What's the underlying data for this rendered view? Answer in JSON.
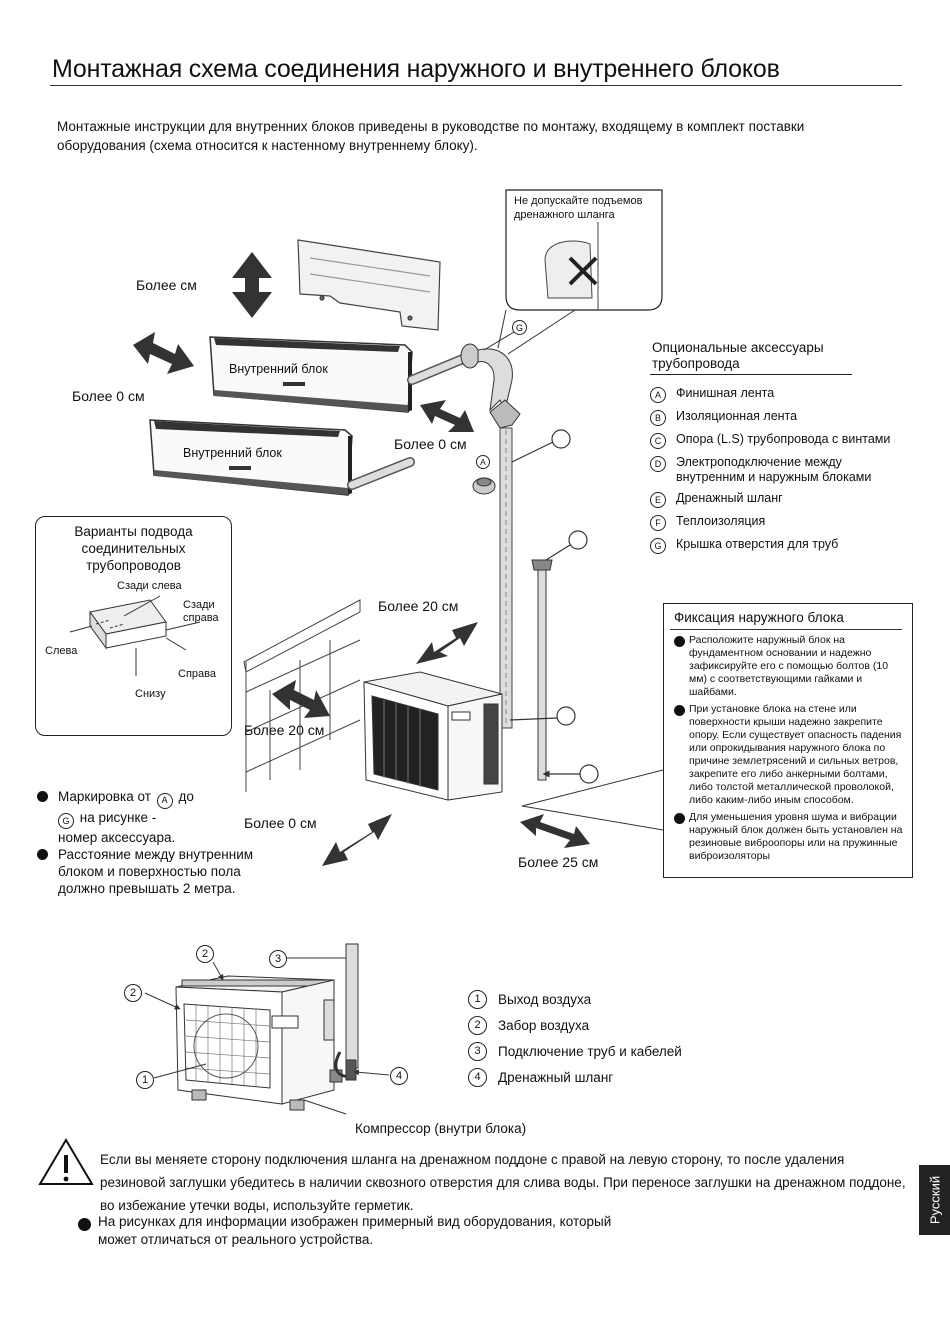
{
  "title": "Монтажная схема соединения наружного и внутреннего блоков",
  "intro": "Монтажные инструкции для внутренних блоков приведены в руководстве по монтажу, входящему в комплект поставки оборудования (схема относится к настенному внутреннему блоку).",
  "drain_note": {
    "line1": "Не допускайте подъемов",
    "line2": "дренажного шланга"
  },
  "distances": {
    "top": "Более     см",
    "left_indoor": "Более   0 см",
    "right_indoor": "Более   0 см",
    "outdoor_back": "Более 20 см",
    "outdoor_left": "Более 20 см",
    "outdoor_front": "Более   0 см",
    "outdoor_right": "Более 25 см"
  },
  "indoor_unit_label": "Внутренний блок",
  "accessories": {
    "title_line1": "Опциональные аксессуары",
    "title_line2": "трубопровода",
    "items": [
      {
        "letter": "A",
        "text": "Финишная лента"
      },
      {
        "letter": "B",
        "text": "Изоляционная лента"
      },
      {
        "letter": "C",
        "text": "Опора (L.S) трубопровода с винтами"
      },
      {
        "letter": "D",
        "text": "Электроподключение между внутренним и наружным блоками"
      },
      {
        "letter": "E",
        "text": "Дренажный шланг"
      },
      {
        "letter": "F",
        "text": "Теплоизоляция"
      },
      {
        "letter": "G",
        "text": "Крышка отверстия для труб"
      }
    ]
  },
  "diagram_letters": {
    "g": "G",
    "a": "A"
  },
  "variants": {
    "title_line1": "Варианты подвода",
    "title_line2": "соединительных",
    "title_line3": "трубопроводов",
    "back_left": "Сзади слева",
    "back_right_1": "Сзади",
    "back_right_2": "справа",
    "left": "Слева",
    "right": "Справа",
    "bottom": "Снизу"
  },
  "fixation": {
    "title": "Фиксация наружного блока",
    "items": [
      "Расположите наружный блок на фундаментном основании и надежно зафиксируйте его с помощью  болтов (10 мм) с соответствующими гайками и шайбами.",
      "При установке блока на стене или поверхности крыши надежно закрепите опору. Если существует опасность падения или опрокидывания наружного блока по причине землетрясений и сильных ветров, закрепите его либо анкерными болтами, либо толстой металлической проволокой, либо каким-либо иным способом.",
      "Для уменьшения уровня шума и вибрации наружный блок должен быть установлен на резиновые виброопоры или на пружинные виброизоляторы"
    ]
  },
  "left_notes": {
    "marking_1": "Маркировка от",
    "marking_a": "A",
    "marking_2": "до",
    "marking_g": "G",
    "marking_3": "на рисунке -",
    "marking_4": "номер аксессуара.",
    "distance": "Расстояние между внутренним блоком и поверхностью пола должно превышать 2 метра."
  },
  "outdoor_callouts": {
    "c1": "1",
    "c2a": "2",
    "c2b": "2",
    "c3": "3",
    "c4": "4"
  },
  "outdoor_legend": [
    {
      "num": "1",
      "text": "Выход воздуха"
    },
    {
      "num": "2",
      "text": "Забор воздуха"
    },
    {
      "num": "3",
      "text": "Подключение труб и кабелей"
    },
    {
      "num": "4",
      "text": "Дренажный шланг"
    }
  ],
  "compressor_label": "Компрессор (внутри блока)",
  "warning_text": "Если вы меняете сторону подключения шланга на дренажном поддоне с правой на левую сторону, то после удаления резиновой заглушки убедитесь в наличии сквозного отверстия для слива воды. При переносе заглушки на дренажном поддоне, во избежание утечки воды, используйте герметик.",
  "info_text": "На рисунках для информации изображен примерный вид оборудования, который может отличаться от реального устройства.",
  "side_tab": "Русский"
}
